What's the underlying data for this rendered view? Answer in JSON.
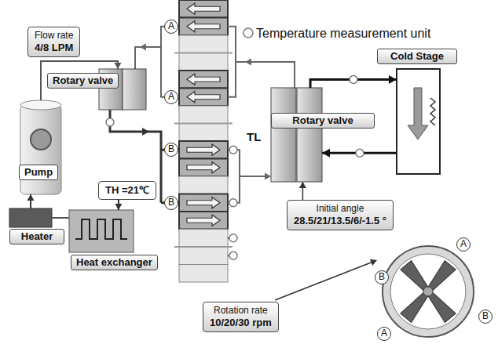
{
  "diagram": {
    "nodes": [
      {
        "text": [
          "Flow rate",
          "4/8 LPM"
        ]
      },
      {
        "text": [
          "Rotary valve"
        ]
      },
      {
        "text": [
          "Pump"
        ]
      },
      {
        "text": [
          "Heater"
        ]
      },
      {
        "text": [
          "Heat exchanger"
        ]
      },
      {
        "text": [
          "TH =21℃"
        ]
      },
      {
        "text": [
          "Rotary valve"
        ]
      },
      {
        "text": [
          "Cold Stage"
        ]
      },
      {
        "text": [
          "Initial angle",
          "28.5/21/13.5/6/-1.5 °"
        ]
      },
      {
        "text": [
          "Rotation rate",
          "10/20/30 rpm"
        ]
      }
    ],
    "edges": [
      {
        "from": 3,
        "to": 2,
        "arrow": "to"
      },
      {
        "from": 2,
        "to": 1,
        "arrow": "to"
      },
      {
        "from": 4,
        "to": 3,
        "arrow": "none"
      },
      {
        "from": 5,
        "to": 4,
        "arrow": "to"
      },
      {
        "from": 6,
        "to": 7,
        "arrow": "to"
      },
      {
        "from": 7,
        "to": 6,
        "arrow": "to"
      },
      {
        "from": 8,
        "to": 6,
        "arrow": "to"
      }
    ],
    "labels": [
      "A",
      "A",
      "B",
      "B",
      "TL",
      "A",
      "B",
      "B",
      "A"
    ],
    "legend": [
      {
        "text": "Temperature measurement unit"
      }
    ]
  }
}
